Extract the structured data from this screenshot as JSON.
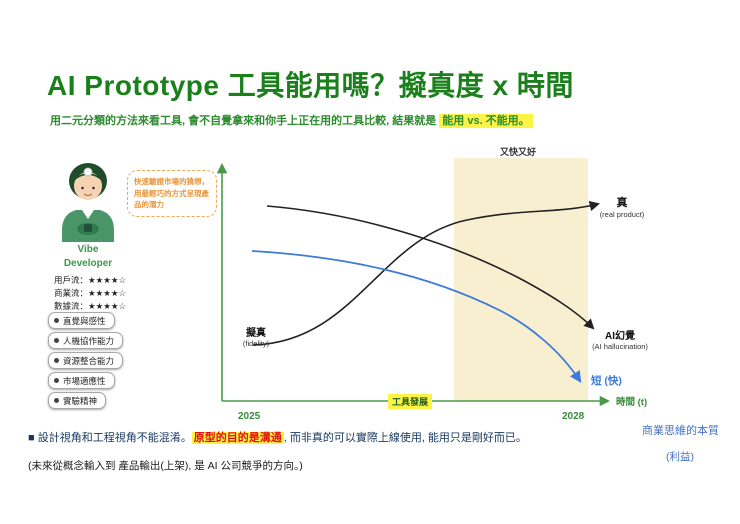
{
  "title": "AI Prototype 工具能用嗎？擬真度 x 時間",
  "subtitle": {
    "prefix": "用二元分類的方法來看工具, 會不自覺拿來和你手上正在用的工具比較, 結果就是 ",
    "highlight": "能用 vs. 不能用。"
  },
  "persona": {
    "speech": "快速驗證市場的猜想，用最輕巧的方式呈現產品的潛力",
    "name": "Vibe Developer",
    "ratings": [
      "用戶流：★★★★☆",
      "商業流：★★★★☆",
      "數據流：★★★★☆"
    ],
    "traits": [
      "直覺與感性",
      "人機協作能力",
      "資源整合能力",
      "市場適應性",
      "實驗精神"
    ]
  },
  "chart": {
    "sweet_spot": "又快又好",
    "real": "真",
    "real_sub": "(real product)",
    "hallucination": "AI幻覺",
    "hallucination_sub": "(AI hallucination)",
    "fidelity": "擬真",
    "fidelity_sub": "(fidelity)",
    "speed": "短 (快)",
    "axis_tool": "工具發展",
    "axis_time": "時間 (t)",
    "year_start": "2025",
    "year_end": "2028"
  },
  "chart_data": {
    "type": "line",
    "title": "擬真度 x 時間",
    "xlabel": "時間 (t)",
    "x_ticks": [
      "2025",
      "2028"
    ],
    "grid": false,
    "legend": "none",
    "series": [
      {
        "name": "擬真 → 真 (fidelity → real product)",
        "color": "#222222",
        "shape": "rising S-curve",
        "x": [
          2025,
          2026,
          2027,
          2028
        ],
        "values": [
          0.1,
          0.25,
          0.75,
          0.9
        ]
      },
      {
        "name": "AI幻覺 (AI hallucination)",
        "color": "#222222",
        "shape": "declining curve",
        "x": [
          2025,
          2026,
          2027,
          2028
        ],
        "values": [
          0.9,
          0.78,
          0.55,
          0.3
        ]
      },
      {
        "name": "短 (快) time-to-build",
        "color": "#3d7bdb",
        "shape": "declining curve",
        "x": [
          2025,
          2026,
          2027,
          2028
        ],
        "values": [
          0.72,
          0.64,
          0.42,
          0.08
        ]
      }
    ],
    "highlight_band": {
      "label": "又快又好",
      "from": 2027,
      "to": 2028
    }
  },
  "footer": {
    "line1_prefix": "■ 設計視角和工程視角不能混淆。",
    "line1_highlight": "原型的目的是溝通",
    "line1_suffix": ", 而非真的可以實際上線使用, 能用只是剛好而已。",
    "line2": "(未來從概念輸入到 產品輸出(上架), 是 AI 公司競爭的方向。)",
    "right_line1": "商業思維的本質",
    "right_line2": "(利益)"
  },
  "colors": {
    "title_green": "#1b801b",
    "axis_green": "#4a9a4a",
    "highlight_yellow": "#fdf347",
    "band_beige": "#f8eed0",
    "curve_black": "#222222",
    "curve_blue": "#3d7bdb",
    "footer_navy": "#17375e",
    "footer_red": "#e01010",
    "biz_blue": "#4472c4",
    "bubble_orange": "#e8963c"
  }
}
